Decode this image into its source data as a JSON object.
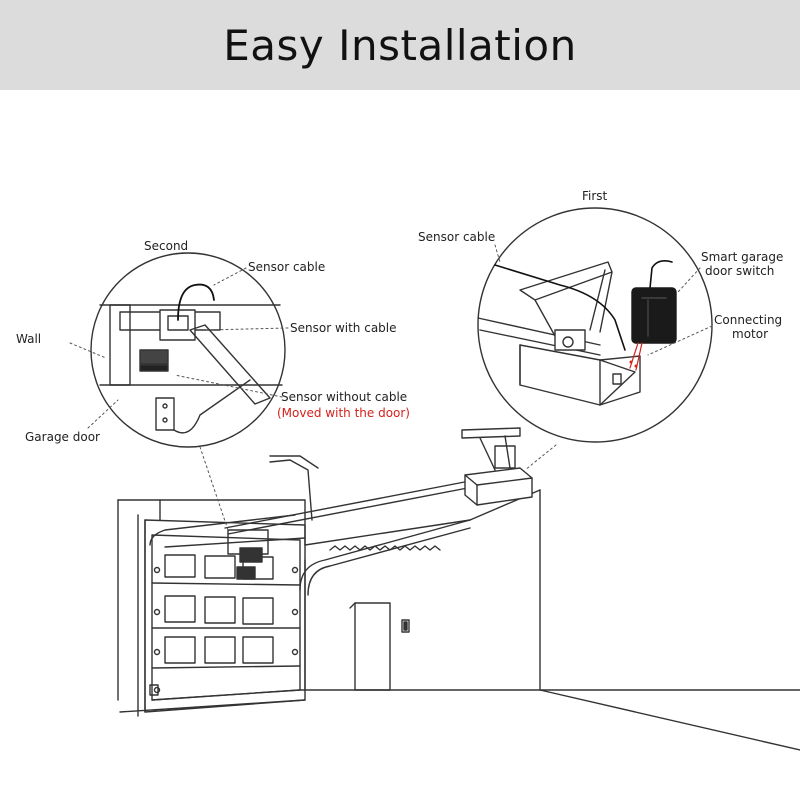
{
  "title": "Easy Installation",
  "labels": {
    "first": "First",
    "second": "Second",
    "wall": "Wall",
    "garage_door": "Garage door",
    "sensor_cable_left": "Sensor cable",
    "sensor_with_cable": "Sensor with cable",
    "sensor_without_cable": "Sensor without cable",
    "moved_with_door": "(Moved with the door)",
    "sensor_cable_right": "Sensor cable",
    "smart_switch_line1": "Smart garage",
    "smart_switch_line2": "door switch",
    "connecting_line1": "Connecting",
    "connecting_line2": "motor"
  },
  "colors": {
    "header_bg": "#dcdcdc",
    "line": "#333333",
    "accent_red": "#d4211c",
    "switch_body": "#1a1a1a"
  }
}
